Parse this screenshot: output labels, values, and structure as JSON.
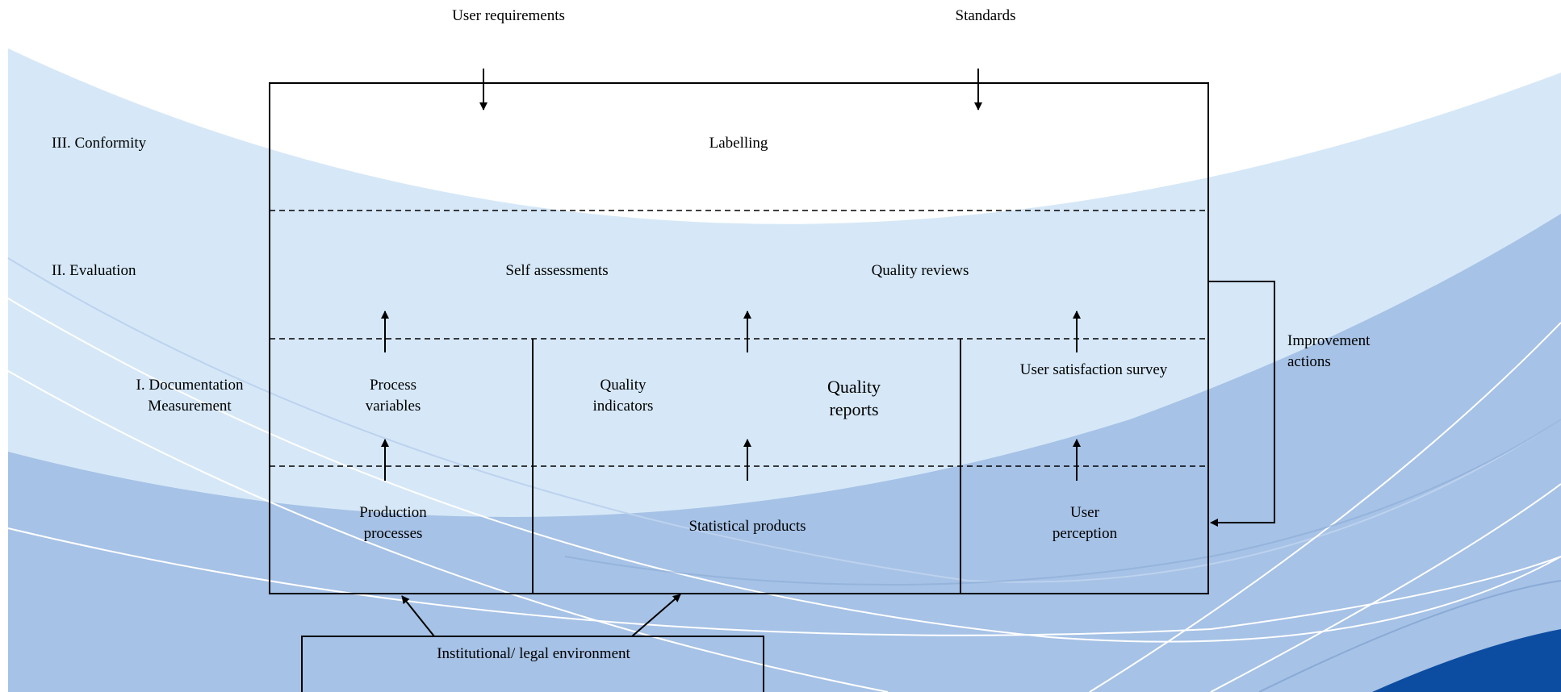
{
  "inputs": {
    "user_requirements": "User requirements",
    "standards": "Standards"
  },
  "levels": {
    "conformity": "III. Conformity",
    "evaluation": "II. Evaluation",
    "documentation_line1": "I. Documentation",
    "documentation_line2": "Measurement"
  },
  "conformity_band": {
    "labelling": "Labelling"
  },
  "evaluation_band": {
    "self_assessments": "Self assessments",
    "quality_reviews": "Quality reviews"
  },
  "documentation_band": {
    "process_variables_line1": "Process",
    "process_variables_line2": "variables",
    "quality_indicators_line1": "Quality",
    "quality_indicators_line2": "indicators",
    "quality_reports_line1": "Quality",
    "quality_reports_line2": "reports",
    "user_satisfaction_survey": "User satisfaction survey"
  },
  "base_band": {
    "production_processes_line1": "Production",
    "production_processes_line2": "processes",
    "statistical_products": "Statistical products",
    "user_perception_line1": "User",
    "user_perception_line2": "perception"
  },
  "feedback": {
    "line1": "Improvement",
    "line2": "actions"
  },
  "environment": {
    "label": "Institutional/ legal environment"
  },
  "colors": {
    "light_blue": "#d6e8f7",
    "mid_blue": "#a6c2e6",
    "dark_blue": "#0d4da1",
    "line": "#000000"
  }
}
